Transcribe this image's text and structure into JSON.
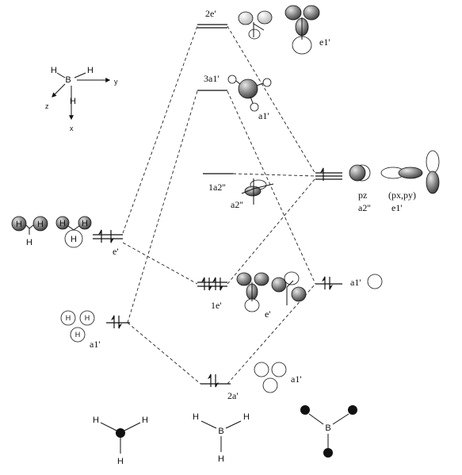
{
  "axes": {
    "x": "x",
    "y": "y",
    "z": "z",
    "center": "B",
    "h1": "H",
    "h2": "H",
    "h3": "H"
  },
  "h3_fragment": {
    "e_label": "e'",
    "a1_label": "a1'",
    "h_atoms": [
      "H",
      "H",
      "H",
      "H",
      "H",
      "H",
      "H"
    ]
  },
  "bh3_mos": {
    "2e_label": "2e'",
    "2e_sym": "e1'",
    "3a1_label": "3a1'",
    "3a1_sym": "a1'",
    "1a2_label": "1a2''",
    "1a2_sym": "a2''",
    "1e_label": "1e'",
    "1e_sym": "e'",
    "2a_label": "2a'",
    "2a_sym": "a1'"
  },
  "b_atom": {
    "pz_label": "pz",
    "pz_sym": "a2''",
    "pxpy_label": "(px,py)",
    "pxpy_sym": "e1'",
    "s_sym": "a1'"
  },
  "bottom_molecules": {
    "left_h": [
      "H",
      "H",
      "H"
    ],
    "mid_center": "B",
    "mid_h": [
      "H",
      "H",
      "H"
    ],
    "right_center": "B"
  }
}
